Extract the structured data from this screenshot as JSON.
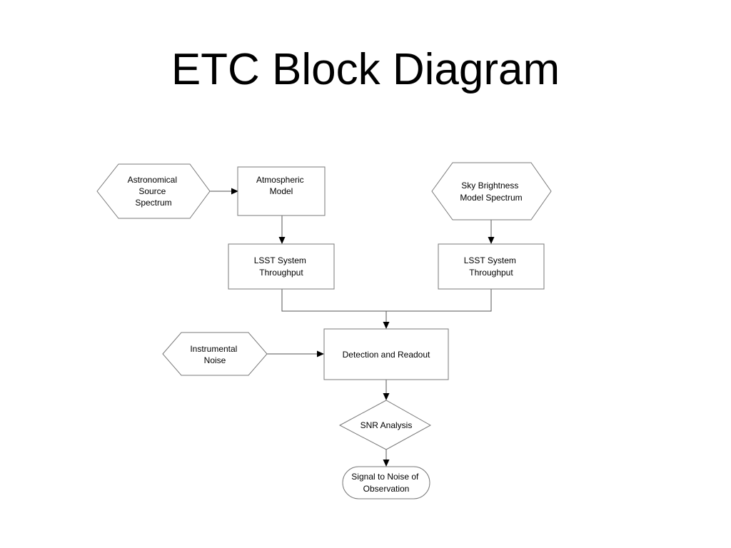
{
  "page": {
    "title": "ETC Block Diagram"
  },
  "colors": {
    "background": "#ffffff",
    "text": "#000000",
    "shape_stroke": "#7a7a7a",
    "edge": "#555555"
  },
  "nodes": {
    "astronomical_source": {
      "kind": "hexagon",
      "lines": [
        "Astronomical",
        "Source",
        "Spectrum"
      ]
    },
    "atmospheric_model": {
      "kind": "rectangle",
      "lines": [
        "Atmospheric",
        "Model"
      ]
    },
    "sky_brightness": {
      "kind": "hexagon",
      "lines": [
        "Sky Brightness",
        "Model Spectrum"
      ]
    },
    "lsst_throughput_left": {
      "kind": "rectangle",
      "lines": [
        "LSST System",
        "Throughput"
      ]
    },
    "lsst_throughput_right": {
      "kind": "rectangle",
      "lines": [
        "LSST System",
        "Throughput"
      ]
    },
    "instrumental_noise": {
      "kind": "hexagon",
      "lines": [
        "Instrumental",
        "Noise"
      ]
    },
    "detection_readout": {
      "kind": "rectangle",
      "lines": [
        "Detection and Readout"
      ]
    },
    "snr_analysis": {
      "kind": "diamond",
      "lines": [
        "SNR Analysis"
      ]
    },
    "signal_to_noise": {
      "kind": "terminator",
      "lines": [
        "Signal to Noise of",
        "Observation"
      ]
    }
  },
  "edges": [
    {
      "from": "astronomical_source",
      "to": "atmospheric_model"
    },
    {
      "from": "atmospheric_model",
      "to": "lsst_throughput_left"
    },
    {
      "from": "sky_brightness",
      "to": "lsst_throughput_right"
    },
    {
      "from": "lsst_throughput_left",
      "to": "detection_readout"
    },
    {
      "from": "lsst_throughput_right",
      "to": "detection_readout"
    },
    {
      "from": "instrumental_noise",
      "to": "detection_readout"
    },
    {
      "from": "detection_readout",
      "to": "snr_analysis"
    },
    {
      "from": "snr_analysis",
      "to": "signal_to_noise"
    }
  ]
}
